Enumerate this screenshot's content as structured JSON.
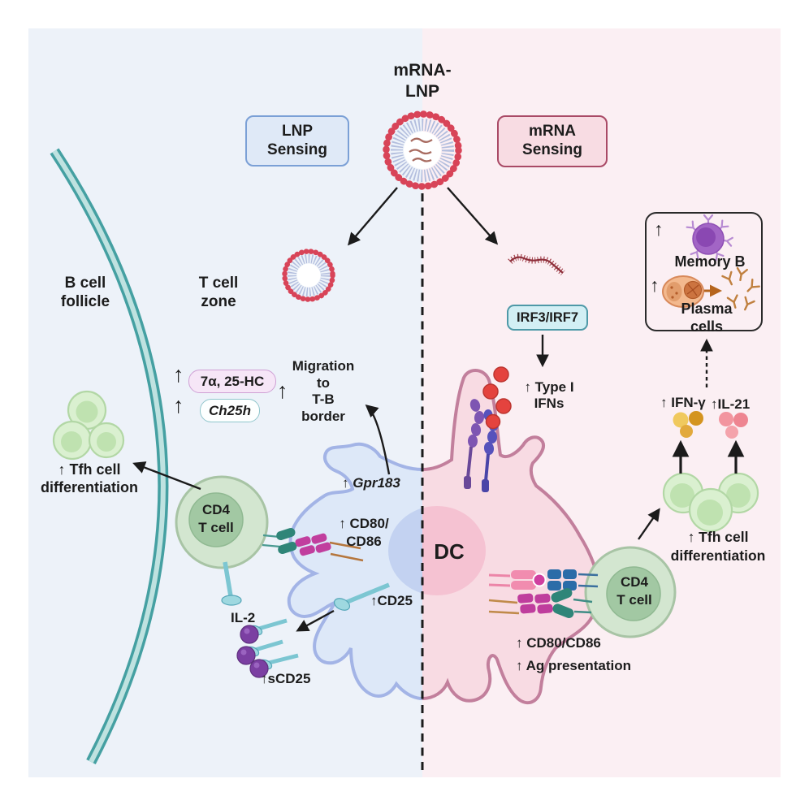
{
  "glyphs": {
    "up_arrow": "↑"
  },
  "title": "mRNA-\nLNP",
  "boxes": {
    "lnp_sensing": "LNP\nSensing",
    "mrna_sensing": "mRNA\nSensing",
    "irf": "IRF3/IRF7"
  },
  "left": {
    "b_cell_follicle": "B cell\nfollicle",
    "t_cell_zone": "T cell\nzone",
    "hc_pill": "7α, 25-HC",
    "ch25h_pill": "Ch25h",
    "migration": "Migration\nto\nT-B\nborder",
    "gpr183": "↑ Gpr183",
    "cd4_t_cell": "CD4\nT cell",
    "cd80_cd86": "↑ CD80/\nCD86",
    "cd25": "↑CD25",
    "il2": "IL-2",
    "scd25": "↑sCD25",
    "tfh_diff": "↑ Tfh cell\ndifferentiation"
  },
  "right": {
    "type1_ifns": "↑ Type I\nIFNs",
    "dc": "DC",
    "cd4_t_cell": "CD4\nT cell",
    "cd80_cd86": "↑ CD80/CD86",
    "ag_presentation": "↑ Ag presentation",
    "tfh_diff": "↑ Tfh cell\ndifferentiation",
    "ifn_gamma": "↑ IFN-γ",
    "il21": "↑IL-21",
    "memory_box": {
      "memory_b": "Memory B",
      "plasma_cells": "Plasma cells"
    }
  },
  "icons": {
    "lnp_particle": "lipid nanoparticle (red lipid-head ring, lavender tails, mRNA inside)",
    "mrna_strand": "single-stranded mRNA squiggle",
    "follicle_border": "teal curved follicle boundary",
    "dendritic_cell": "dendritic cell, blue left half / pink right half",
    "tlr_receptor": "purple endosomal TLR chains",
    "type1_ifn_dots": "red interferon dots",
    "il2_molecule": "purple IL-2 sphere bound to teal sCD25 pin",
    "memory_b_cell": "purple B cell with Y receptors",
    "plasma_cell": "orange plasma cell secreting antibodies"
  },
  "colors": {
    "left_bg": "#edf2f9",
    "right_bg": "#fbeff3",
    "lnp_box_fill": "#dfe9f7",
    "lnp_box_border": "#7ba0d6",
    "mrna_box_fill": "#f8dce3",
    "mrna_box_border": "#a94a66",
    "irf_box_fill": "#d2eff4",
    "irf_box_border": "#4e99a7",
    "follicle_teal": "#45a0a2",
    "dc_left_fill": "#dde8f8",
    "dc_left_stroke": "#a3b4e6",
    "dc_right_fill": "#f8dbe3",
    "dc_right_stroke": "#c27f9c",
    "t_cell_fill": "#d3e6d0",
    "t_cell_nucleus": "#a2c8a3",
    "tfh_fill": "#daf0d0",
    "lipid_red": "#d84458",
    "ifn_red": "#e4433e",
    "il2_purple": "#7b3fa2",
    "scd25_teal": "#7cc6d2",
    "memory_purple": "#a265c5",
    "plasma_orange": "#f3b98e",
    "mhc_magenta": "#c13e9e",
    "tcr_teal": "#2f8578",
    "tcr_blue": "#2b6ca8"
  }
}
